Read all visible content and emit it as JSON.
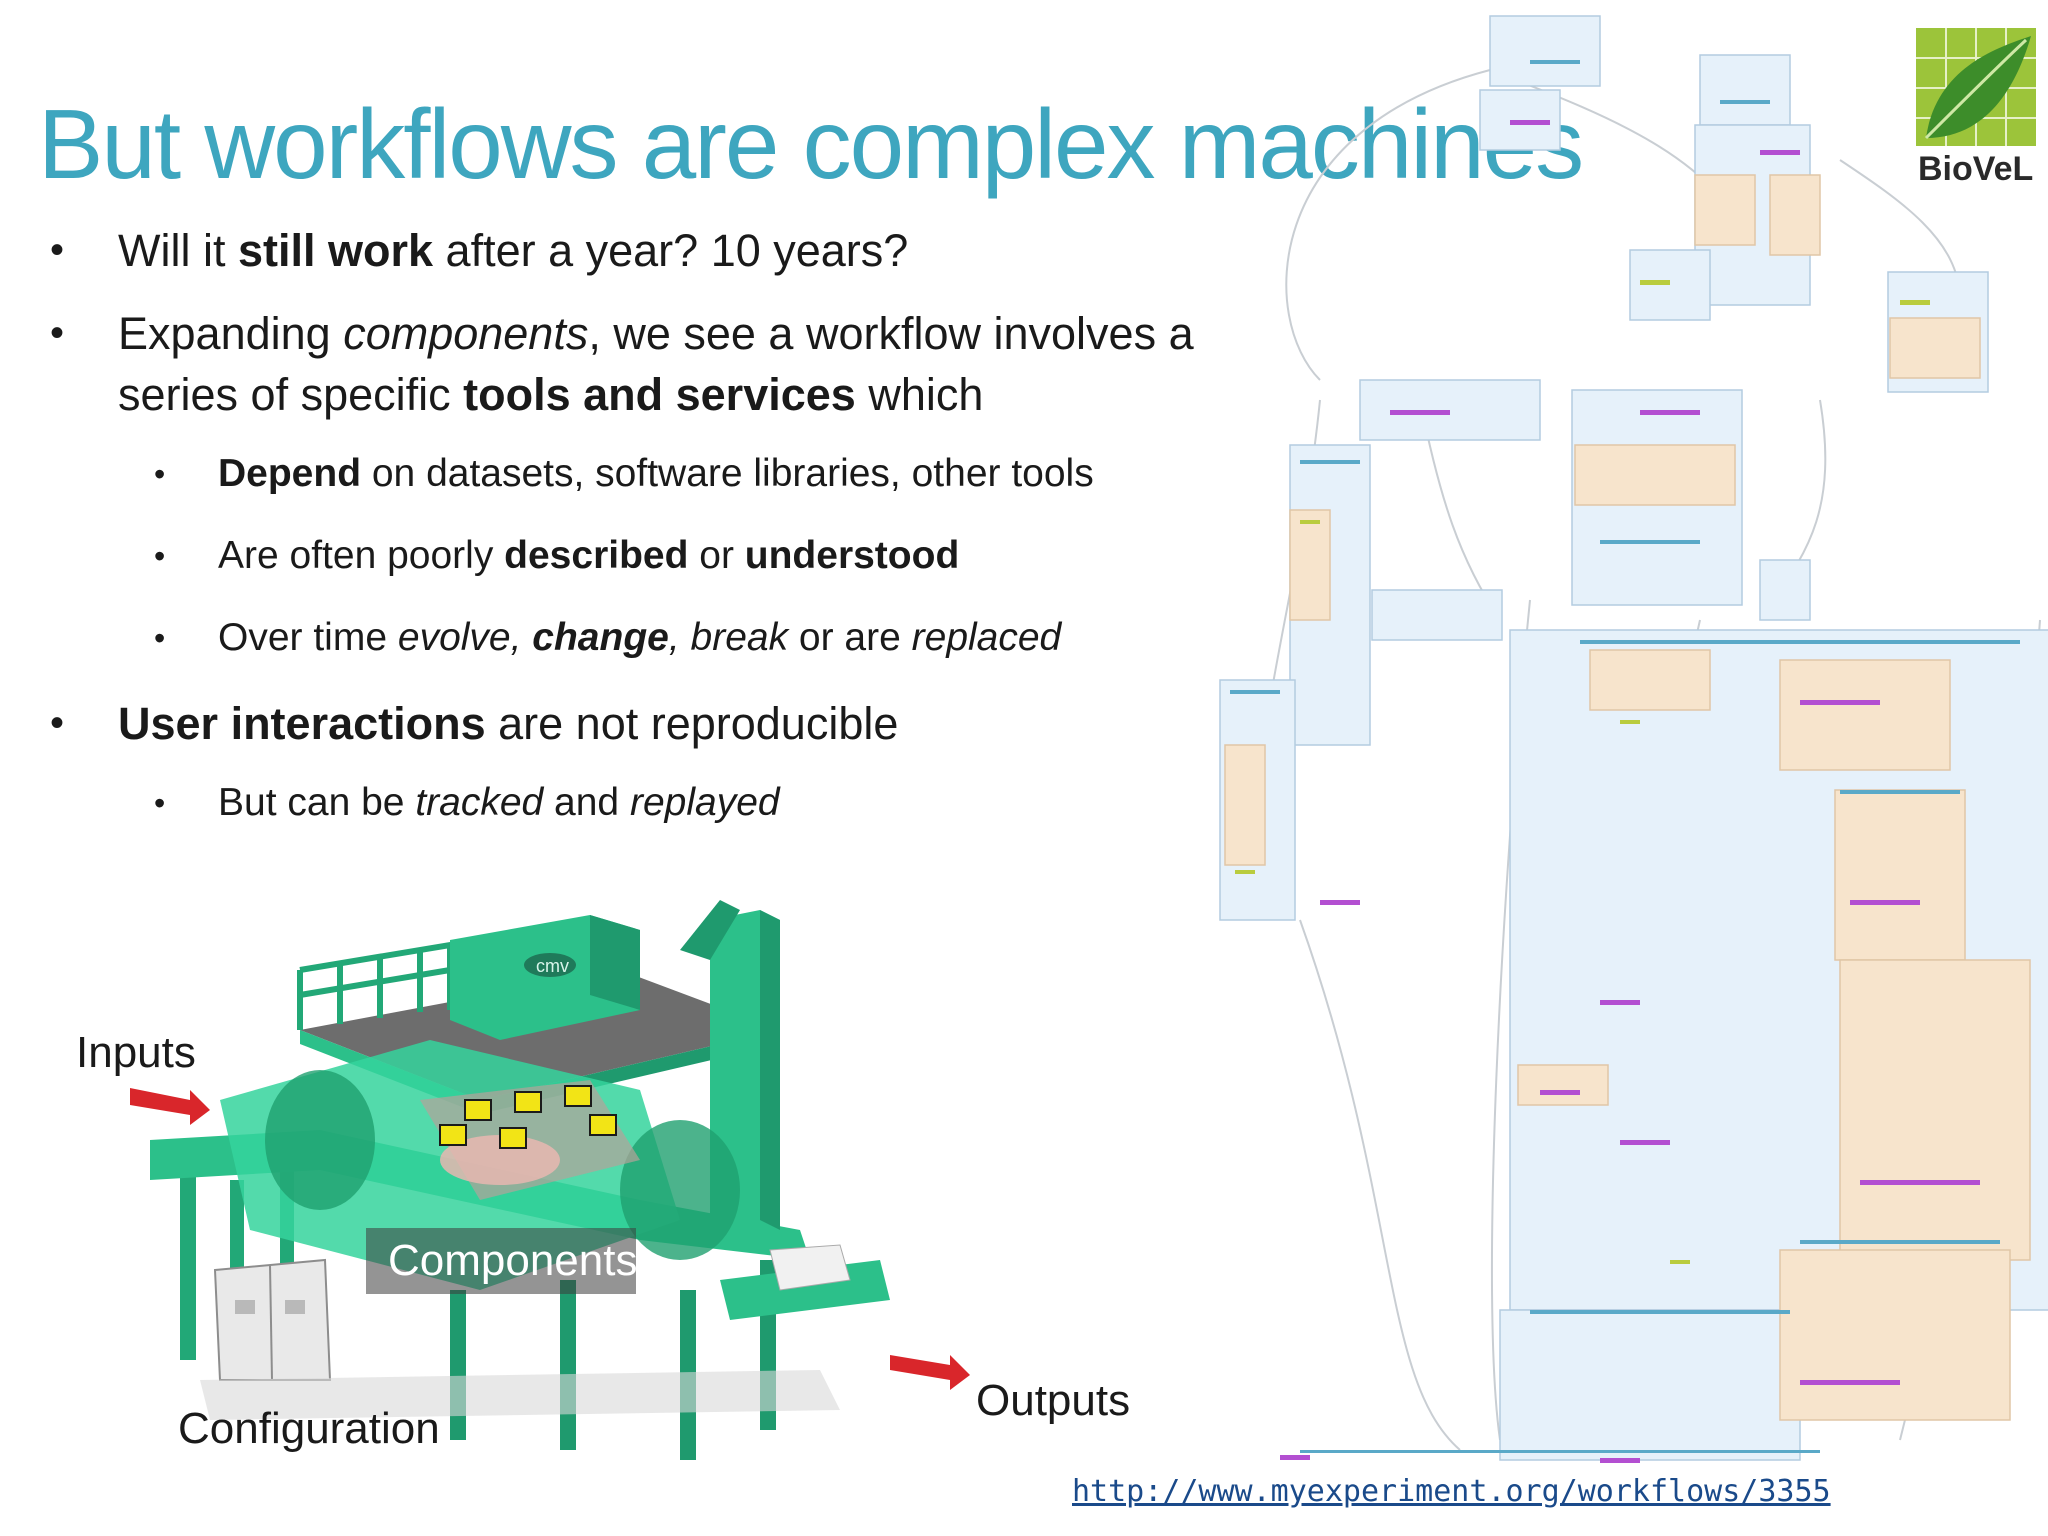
{
  "slide": {
    "title": "But workflows are complex machines",
    "bullets": {
      "b1": {
        "pre": "Will it ",
        "bold": "still work",
        "post": " after a year? 10 years?"
      },
      "b2": {
        "pre": "Expanding ",
        "ital": "components",
        "mid": ", we see a workflow involves a series of specific ",
        "bold": "tools and services",
        "post": " which"
      },
      "b2a": {
        "bold": "Depend",
        "post": " on datasets, software libraries, other tools"
      },
      "b2b": {
        "pre": "Are often poorly ",
        "bold1": "described",
        "mid": " or ",
        "bold2": "understood"
      },
      "b2c": {
        "pre": "Over time ",
        "ital1": "evolve,",
        "sp": " ",
        "boldital": "change",
        "ital2": ", break",
        "mid": " or are ",
        "ital3": "replaced"
      },
      "b3": {
        "bold": "User interactions",
        "post": " are not reproducible"
      },
      "b3a": {
        "pre": "But can be ",
        "ital1": "tracked",
        "mid": " and ",
        "ital2": "replayed"
      }
    },
    "bullet_glyph": "•",
    "machine_labels": {
      "inputs": "Inputs",
      "components": "Components",
      "configuration": "Configuration",
      "outputs": "Outputs",
      "machine_brand": "cmv"
    },
    "logo_text": "BioVeL",
    "url": "http://www.myexperiment.org/workflows/3355",
    "colors": {
      "title": "#3ea6bf",
      "machine_green": "#2cc08a",
      "arrow_red": "#d9262b",
      "link": "#1a4a8a"
    }
  }
}
